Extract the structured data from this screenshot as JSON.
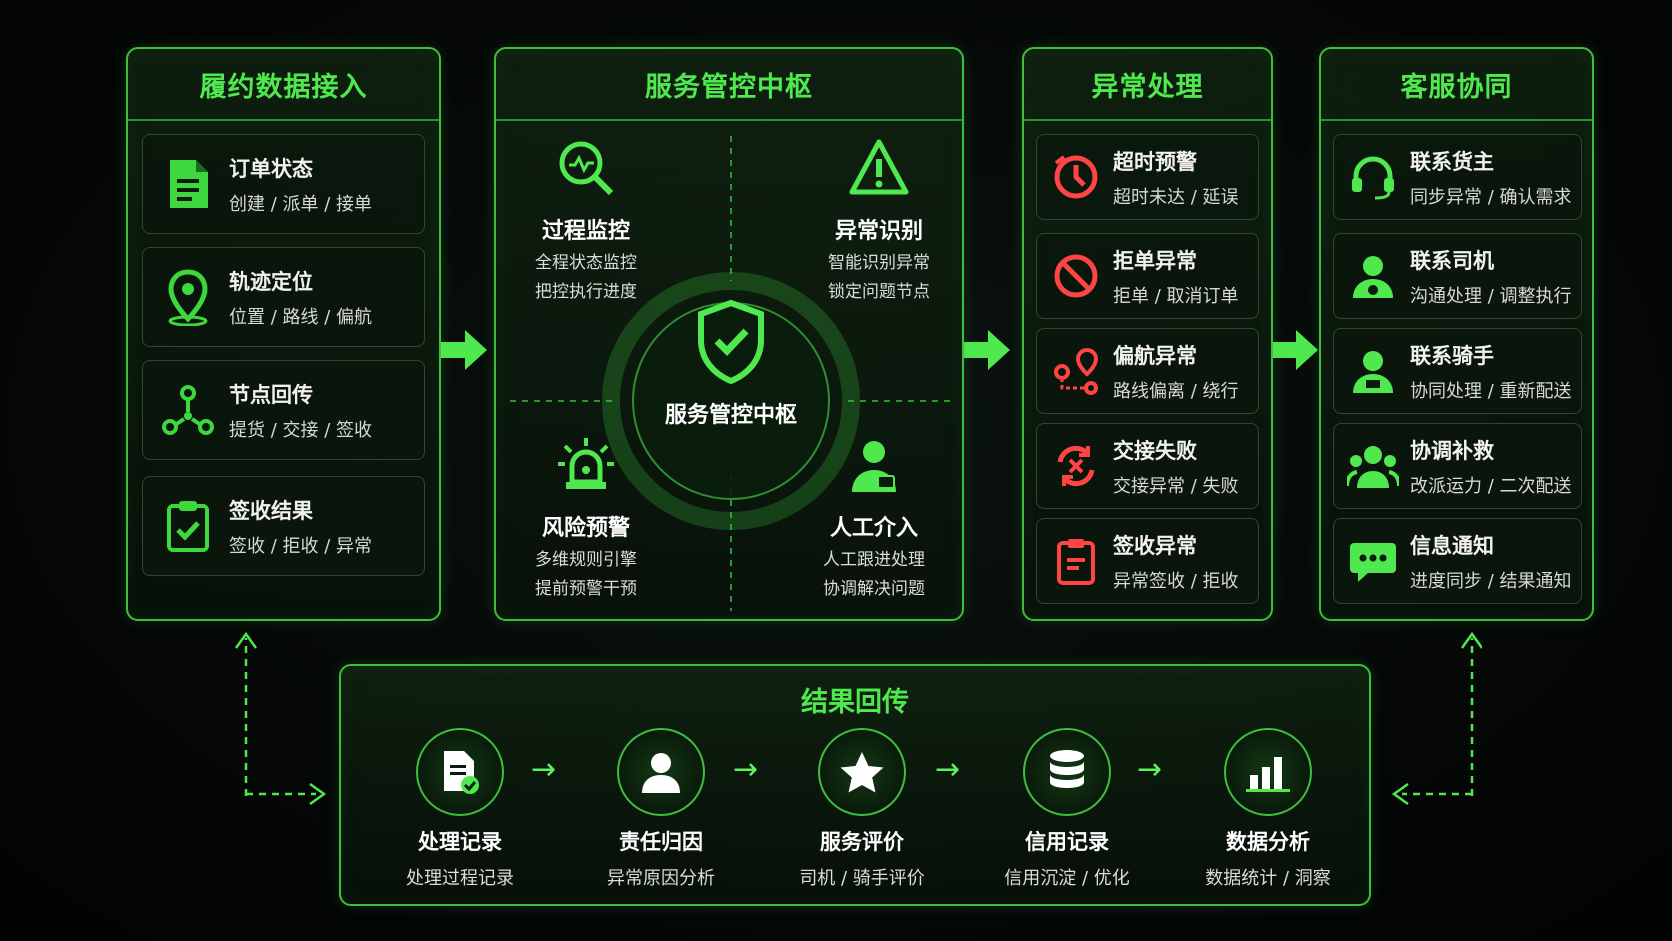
{
  "colors": {
    "accent": "#4fe84f",
    "border": "#3dbf3d",
    "alert": "#ff4444",
    "bg": "#050807"
  },
  "intake": {
    "title": "履约数据接入",
    "items": [
      {
        "title": "订单状态",
        "sub": "创建 / 派单 / 接单",
        "icon": "document-icon"
      },
      {
        "title": "轨迹定位",
        "sub": "位置 / 路线 / 偏航",
        "icon": "location-pin-icon"
      },
      {
        "title": "节点回传",
        "sub": "提货 / 交接 / 签收",
        "icon": "node-graph-icon"
      },
      {
        "title": "签收结果",
        "sub": "签收 / 拒收 / 异常",
        "icon": "clipboard-check-icon"
      }
    ]
  },
  "hub": {
    "title": "服务管控中枢",
    "center_label": "服务管控中枢",
    "items": [
      {
        "title": "过程监控",
        "l1": "全程状态监控",
        "l2": "把控执行进度",
        "icon": "magnifier-pulse-icon"
      },
      {
        "title": "异常识别",
        "l1": "智能识别异常",
        "l2": "锁定问题节点",
        "icon": "warning-triangle-icon"
      },
      {
        "title": "风险预警",
        "l1": "多维规则引擎",
        "l2": "提前预警干预",
        "icon": "alarm-light-icon"
      },
      {
        "title": "人工介入",
        "l1": "人工跟进处理",
        "l2": "协调解决问题",
        "icon": "agent-icon"
      }
    ]
  },
  "exceptions": {
    "title": "异常处理",
    "items": [
      {
        "title": "超时预警",
        "sub": "超时未达 / 延误",
        "icon": "clock-alert-icon"
      },
      {
        "title": "拒单异常",
        "sub": "拒单 / 取消订单",
        "icon": "ban-icon"
      },
      {
        "title": "偏航异常",
        "sub": "路线偏离 / 绕行",
        "icon": "route-deviation-icon"
      },
      {
        "title": "交接失败",
        "sub": "交接异常 / 失败",
        "icon": "handover-fail-icon"
      },
      {
        "title": "签收异常",
        "sub": "异常签收 / 拒收",
        "icon": "clipboard-alert-icon"
      }
    ]
  },
  "service": {
    "title": "客服协同",
    "items": [
      {
        "title": "联系货主",
        "sub": "同步异常 / 确认需求",
        "icon": "headset-icon"
      },
      {
        "title": "联系司机",
        "sub": "沟通处理 / 调整执行",
        "icon": "driver-icon"
      },
      {
        "title": "联系骑手",
        "sub": "协同处理 / 重新配送",
        "icon": "rider-icon"
      },
      {
        "title": "协调补救",
        "sub": "改派运力 / 二次配送",
        "icon": "team-icon"
      },
      {
        "title": "信息通知",
        "sub": "进度同步 / 结果通知",
        "icon": "chat-bubble-icon"
      }
    ]
  },
  "feedback": {
    "title": "结果回传",
    "steps": [
      {
        "title": "处理记录",
        "sub": "处理过程记录",
        "icon": "record-doc-icon"
      },
      {
        "title": "责任归因",
        "sub": "异常原因分析",
        "icon": "person-icon"
      },
      {
        "title": "服务评价",
        "sub": "司机 / 骑手评价",
        "icon": "star-icon"
      },
      {
        "title": "信用记录",
        "sub": "信用沉淀 / 优化",
        "icon": "database-icon"
      },
      {
        "title": "数据分析",
        "sub": "数据统计 / 洞察",
        "icon": "bar-chart-icon"
      }
    ]
  }
}
